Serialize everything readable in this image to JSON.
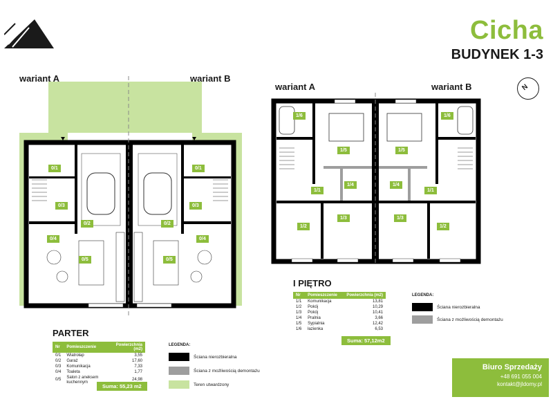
{
  "header": {
    "brand_name": "Cicha",
    "building": "BUDYNEK 1-3",
    "logo_icon": "mountain-logo-icon"
  },
  "compass": {
    "label": "N",
    "icon": "north-arrow-icon"
  },
  "ground_floor": {
    "variant_a": "wariant A",
    "variant_b": "wariant B",
    "room_tags": [
      "0/1",
      "0/2",
      "0/3",
      "0/4",
      "0/5"
    ],
    "title": "PARTER",
    "table": {
      "headers": [
        "Nr",
        "Pomieszczenie",
        "Powierzchnia (m2)"
      ],
      "rows": [
        {
          "nr": "0/1",
          "name": "Wiatrołap",
          "area": "3,55"
        },
        {
          "nr": "0/2",
          "name": "Garaż",
          "area": "17,60"
        },
        {
          "nr": "0/3",
          "name": "Komunikacja",
          "area": "7,33"
        },
        {
          "nr": "0/4",
          "name": "Toaleta",
          "area": "1,77"
        },
        {
          "nr": "0/5",
          "name": "Salon z aneksem kuchennym",
          "area": "24,98"
        }
      ],
      "sum": "Suma: 55,23 m2"
    },
    "legend": {
      "title": "LEGENDA:",
      "items": [
        {
          "label": "Ściana nierozbieralna",
          "color": "#000000"
        },
        {
          "label": "Ściana z możliwością demontażu",
          "color": "#9e9e9e"
        },
        {
          "label": "Teren utwardzony",
          "color": "#c8e3a0"
        }
      ]
    }
  },
  "first_floor": {
    "variant_a": "wariant A",
    "variant_b": "wariant B",
    "room_tags": [
      "1/1",
      "1/2",
      "1/3",
      "1/4",
      "1/5",
      "1/6"
    ],
    "title": "I PIĘTRO",
    "table": {
      "headers": [
        "Nr",
        "Pomieszczenie",
        "Powierzchnia (m2)"
      ],
      "rows": [
        {
          "nr": "1/1",
          "name": "Komunikacja",
          "area": "13,81"
        },
        {
          "nr": "1/2",
          "name": "Pokój",
          "area": "10,29"
        },
        {
          "nr": "1/3",
          "name": "Pokój",
          "area": "10,41"
        },
        {
          "nr": "1/4",
          "name": "Pralnia",
          "area": "3,66"
        },
        {
          "nr": "1/5",
          "name": "Sypialnia",
          "area": "12,42"
        },
        {
          "nr": "1/6",
          "name": "łazienka",
          "area": "6,53"
        }
      ],
      "sum": "Suma: 57,12m2"
    },
    "legend": {
      "title": "LEGENDA:",
      "items": [
        {
          "label": "Ściana nierozbieralna",
          "color": "#000000"
        },
        {
          "label": "Ściana z możliwością demontażu",
          "color": "#9e9e9e"
        }
      ]
    }
  },
  "sales": {
    "title": "Biuro Sprzedaży",
    "phone": "+48 691 055 004",
    "email": "kontakt@jldomy.pl"
  },
  "colors": {
    "accent": "#8dbd3c",
    "terrace": "#c8e3a0",
    "wall": "#000000",
    "removable_wall": "#9e9e9e"
  }
}
